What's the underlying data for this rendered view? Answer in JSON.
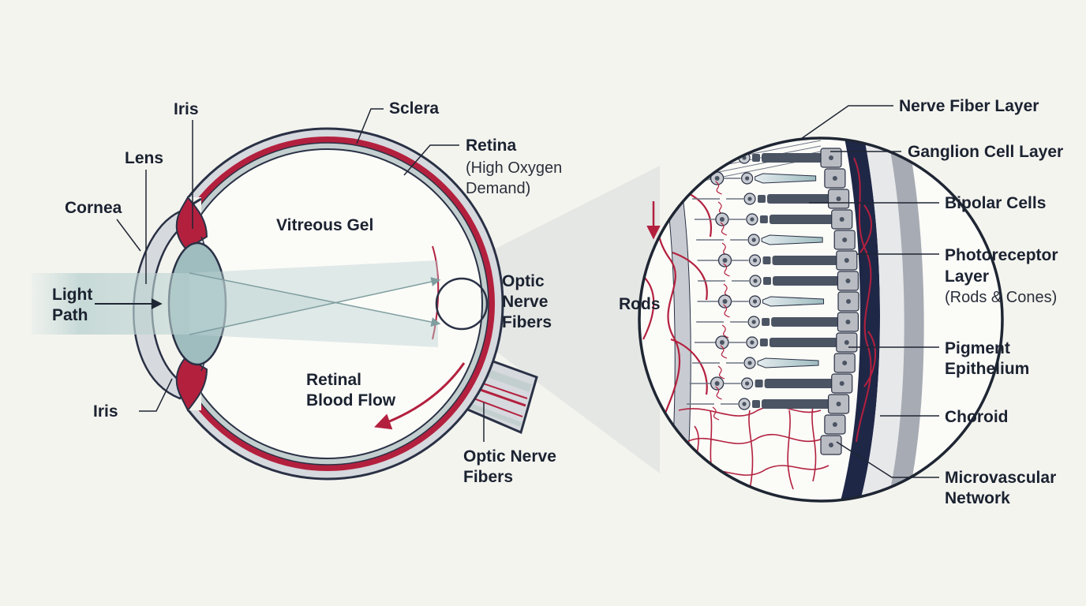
{
  "colors": {
    "background": "#f4f4ef",
    "outline": "#2a3145",
    "sclera": "#d6d9de",
    "retina_red": "#b3203e",
    "choroid_teal": "#c3cfcf",
    "lens": "#9fbcbf",
    "light_beam": "#bcd3d2",
    "photoreceptor": "#4b5463",
    "pigment_cells": "#b9bcc2",
    "choroid_dark": "#1f2747"
  },
  "eye": {
    "iris_top": "Iris",
    "lens": "Lens",
    "cornea": "Cornea",
    "light_path": [
      "Light",
      "Path"
    ],
    "iris_bottom": "Iris",
    "sclera": "Sclera",
    "retina": "Retina",
    "retina_note": [
      "(High Oxygen",
      "Demand)"
    ],
    "vitreous": "Vitreous Gel",
    "optic_nerve_fibers_top": [
      "Optic",
      "Nerve",
      "Fibers"
    ],
    "retinal_blood_flow": [
      "Retinal",
      "Blood Flow"
    ],
    "optic_nerve_fibers_bottom": [
      "Optic Nerve",
      "Fibers"
    ]
  },
  "detail": {
    "rods": "Rods",
    "labels": {
      "nerve_fiber_layer": "Nerve Fiber Layer",
      "ganglion_cell_layer": "Ganglion Cell Layer",
      "bipolar_cells": "Bipolar Cells",
      "photoreceptor_layer": [
        "Photoreceptor",
        "Layer"
      ],
      "photoreceptor_note": "(Rods & Cones)",
      "pigment_epithelium": [
        "Pigment",
        "Epithelium"
      ],
      "choroid": "Choroid",
      "microvascular_network": [
        "Microvascular",
        "Network"
      ]
    }
  }
}
